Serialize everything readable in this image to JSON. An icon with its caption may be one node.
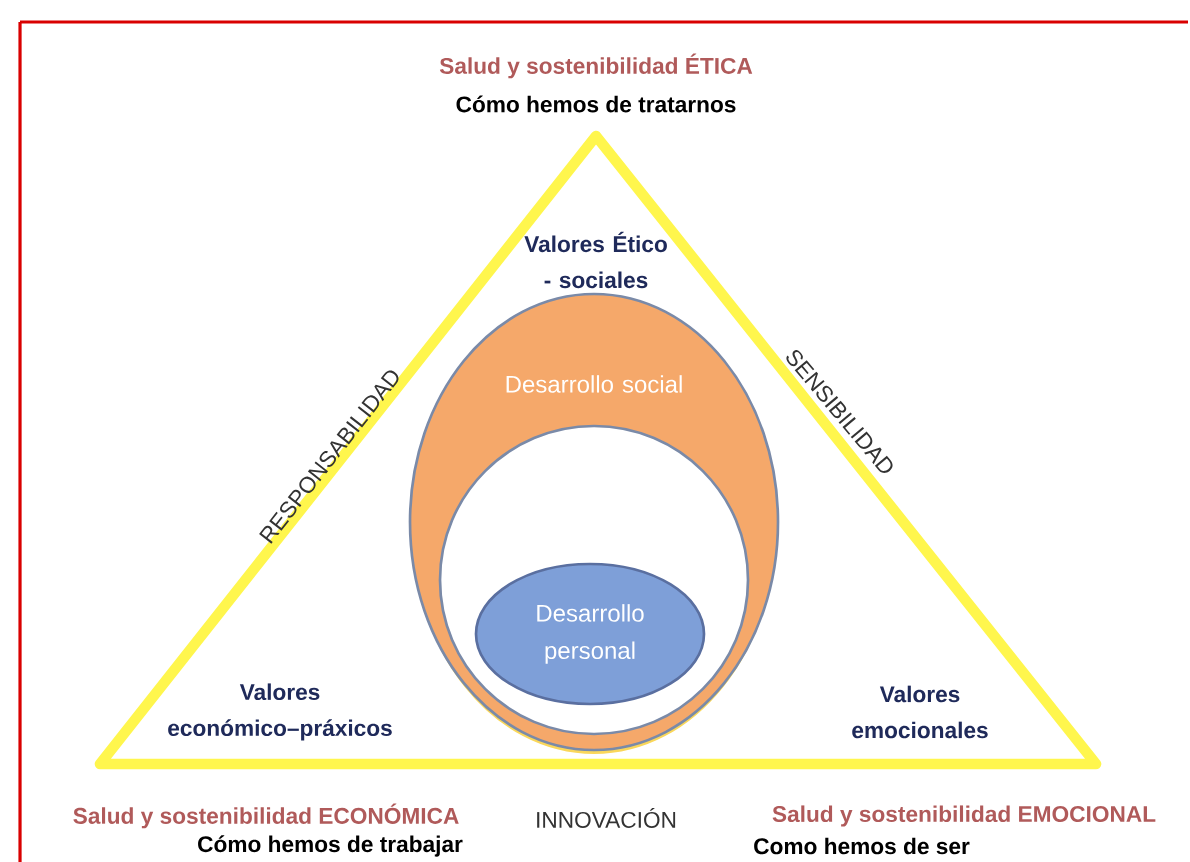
{
  "diagram": {
    "nodes": [
      {
        "text": [
          "Valores Ético - sociales",
          "Valores económico–práxicos",
          "Valores emocionales"
        ]
      },
      {
        "text": [
          "Desarrollo social"
        ],
        "in": 0
      },
      {
        "text": [],
        "shape": "circle",
        "in": 1
      },
      {
        "text": [
          "Desarrollo personal"
        ],
        "in": 2
      }
    ],
    "labels": [
      "Salud y sostenibilidad ÉTICA",
      "Cómo hemos de tratarnos",
      "RESPONSABILIDAD",
      "SENSIBILIDAD",
      "Salud y sostenibilidad ECONÓMICA",
      "INNOVACIÓN",
      "Salud y sostenibilidad EMOCIONAL",
      "Cómo hemos de trabajar",
      "Como hemos de ser"
    ]
  }
}
